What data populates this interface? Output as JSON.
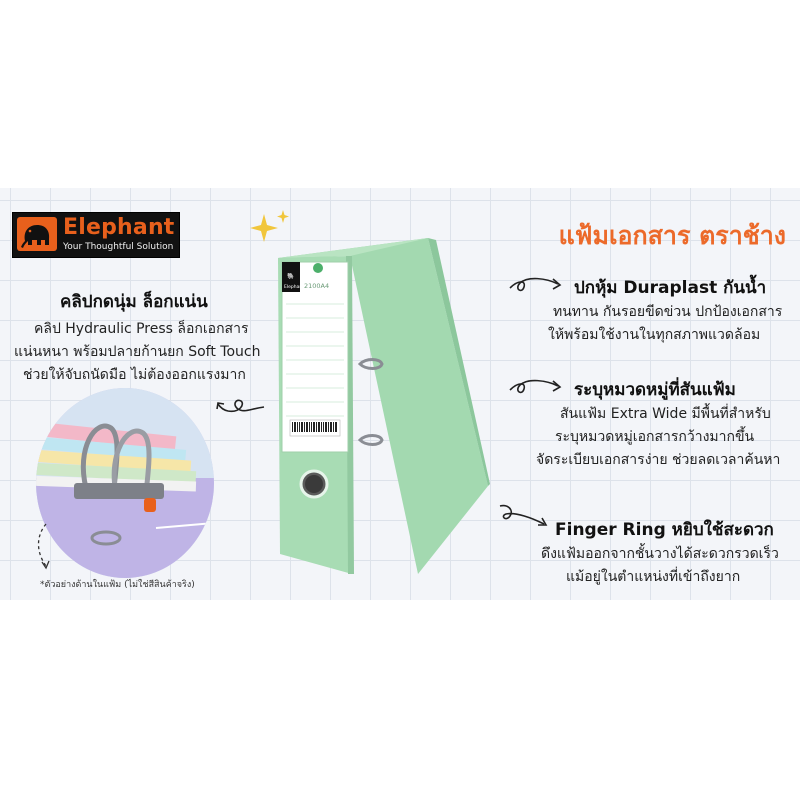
{
  "brand": {
    "name": "Elephant",
    "slogan": "Your Thoughtful Solution"
  },
  "title": "แฟ้มเอกสาร ตราช้าง",
  "left_feature": {
    "heading": "คลิปกดนุ่ม ล็อกแน่น",
    "lines": [
      "คลิป Hydraulic Press ล็อกเอกสาร",
      "แน่นหนา พร้อมปลายก้านยก Soft Touch",
      "ช่วยให้จับถนัดมือ ไม่ต้องออกแรงมาก"
    ],
    "note": "*ตัวอย่างด้านในแฟ้ม (ไม่ใช่สีสินค้าจริง)"
  },
  "features": [
    {
      "heading": "ปกหุ้ม Duraplast กันน้ำ",
      "lines": [
        "ทนทาน กันรอยขีดข่วน ปกป้องเอกสาร",
        "ให้พร้อมใช้งานในทุกสภาพแวดล้อม"
      ]
    },
    {
      "heading": "ระบุหมวดหมู่ที่สันแฟ้ม",
      "lines": [
        "สันแฟ้ม Extra Wide มีพื้นที่สำหรับ",
        "ระบุหมวดหมู่เอกสารกว้างมากขึ้น",
        "จัดระเบียบเอกสารง่าย ช่วยลดเวลาค้นหา"
      ]
    },
    {
      "heading": "Finger Ring หยิบใช้สะดวก",
      "lines": [
        "ดึงแฟ้มออกจากชั้นวางได้สะดวกรวดเร็ว",
        "แม้อยู่ในตำแหน่งที่เข้าถึงยาก"
      ]
    }
  ],
  "product": {
    "spine_brand": "Elephant",
    "spine_code": "2100A4"
  },
  "colors": {
    "accent_orange": "#ec6a2a",
    "binder_green": "#a8dcb4",
    "binder_green_dark": "#8cc79c",
    "logo_bg": "#111111"
  }
}
